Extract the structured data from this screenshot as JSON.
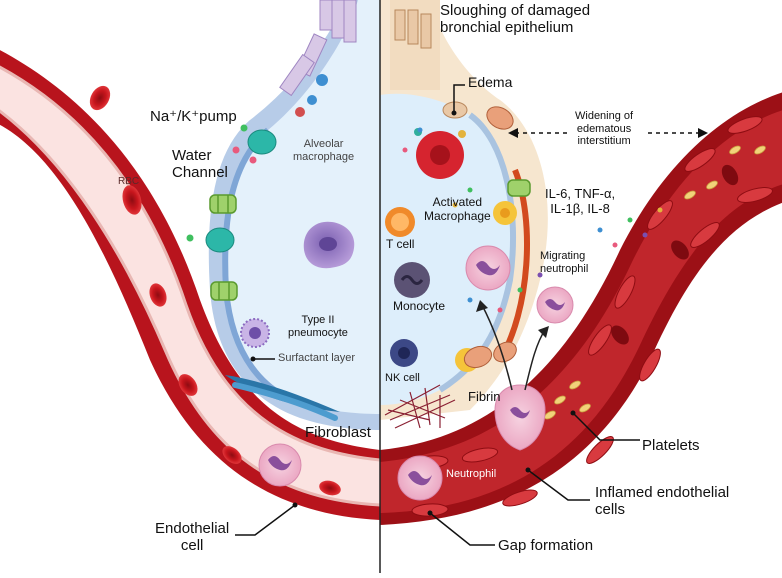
{
  "labels": {
    "sloughing": [
      "Sloughing of damaged",
      "bronchial epithelium"
    ],
    "edema": "Edema",
    "nak_pump": "Na⁺/K⁺pump",
    "water_channel": [
      "Water",
      "Channel"
    ],
    "rbc": "RBC",
    "alveolar_macrophage": [
      "Alveolar",
      "macrophage"
    ],
    "widening": [
      "Widening of",
      "edematous",
      "interstitium"
    ],
    "activated_macrophage": [
      "Activated",
      "Macrophage"
    ],
    "cytokines": [
      "IL-6, TNF-α,",
      "IL-1β, IL-8"
    ],
    "t_cell": "T cell",
    "migrating_neutrophil": [
      "Migrating",
      "neutrophil"
    ],
    "monocyte": "Monocyte",
    "type2_pneumocyte": [
      "Type II",
      "pneumocyte"
    ],
    "surfactant_layer": "Surfactant layer",
    "nk_cell": "NK cell",
    "fibrin": "Fibrin",
    "fibroblast": "Fibroblast",
    "platelets": "Platelets",
    "neutrophil": "Neutrophil",
    "inflamed_endothelial": [
      "Inflamed endothelial",
      "cells"
    ],
    "endothelial_cell": [
      "Endothelial",
      "cell"
    ],
    "gap_formation": "Gap formation"
  },
  "colors": {
    "vessel_wall": "#b8141d",
    "vessel_lumen_normal": "#fbe3e1",
    "vessel_lumen_inflamed": "#c0262c",
    "alveolus_fill": "#e4f1fb",
    "epithelium": "#c9d8ee",
    "interstitium": "#f6e6cf",
    "rbc": "#c8161d",
    "macrophage": "#9a7cc4",
    "neutrophil": "#f0b8d0",
    "t_cell": "#f08a2a",
    "monocyte": "#5b5274",
    "nk_cell": "#3c4886",
    "water_channel": "#9fd16b",
    "pump": "#2cb7a8",
    "fibrin": "#8a2033"
  }
}
